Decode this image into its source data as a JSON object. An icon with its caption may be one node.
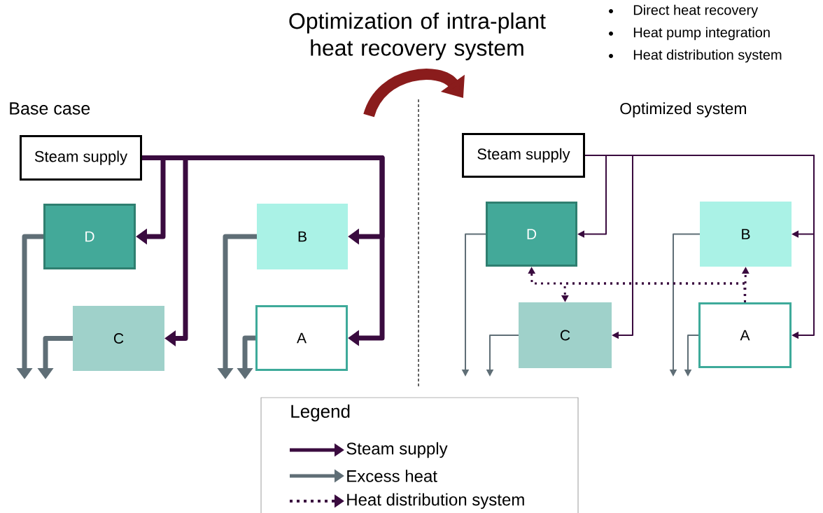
{
  "diagram": {
    "title": "Optimization of intra-plant heat recovery system",
    "nodes": [
      {
        "text": [
          "Steam supply"
        ]
      },
      {
        "text": [
          "D"
        ]
      },
      {
        "text": [
          "B"
        ]
      },
      {
        "text": [
          "C"
        ]
      },
      {
        "text": [
          "A"
        ]
      },
      {
        "text": [
          "Steam supply"
        ]
      },
      {
        "text": [
          "D"
        ]
      },
      {
        "text": [
          "B"
        ]
      },
      {
        "text": [
          "C"
        ]
      },
      {
        "text": [
          "A"
        ]
      }
    ],
    "edges": [
      {
        "from": 0,
        "to": 1,
        "arrow": "to",
        "style": "thick"
      },
      {
        "from": 0,
        "to": 3,
        "arrow": "to",
        "style": "thick"
      },
      {
        "from": 0,
        "to": 2,
        "arrow": "to",
        "style": "thick"
      },
      {
        "from": 0,
        "to": 4,
        "arrow": "to",
        "style": "thick"
      },
      {
        "from": 1,
        "to": null,
        "arrow": "to",
        "style": "thick",
        "color": "#5f6e76"
      },
      {
        "from": 3,
        "to": null,
        "arrow": "to",
        "style": "thick",
        "color": "#5f6e76"
      },
      {
        "from": 2,
        "to": null,
        "arrow": "to",
        "style": "thick",
        "color": "#5f6e76"
      },
      {
        "from": 4,
        "to": null,
        "arrow": "to",
        "style": "thick",
        "color": "#5f6e76"
      },
      {
        "from": 5,
        "to": 6,
        "arrow": "to"
      },
      {
        "from": 5,
        "to": 8,
        "arrow": "to"
      },
      {
        "from": 5,
        "to": 7,
        "arrow": "to"
      },
      {
        "from": 5,
        "to": 9,
        "arrow": "to"
      },
      {
        "from": 6,
        "to": null,
        "arrow": "to",
        "color": "#5f6e76"
      },
      {
        "from": 8,
        "to": null,
        "arrow": "to",
        "color": "#5f6e76"
      },
      {
        "from": 7,
        "to": null,
        "arrow": "to",
        "color": "#5f6e76"
      },
      {
        "from": 9,
        "to": null,
        "arrow": "to",
        "color": "#5f6e76"
      },
      {
        "from": 9,
        "to": 7,
        "arrow": "to",
        "style": "dashed"
      },
      {
        "from": 9,
        "to": 6,
        "arrow": "to",
        "style": "dashed"
      },
      {
        "from": 9,
        "to": 8,
        "arrow": "to",
        "style": "dashed"
      }
    ],
    "labels": [
      "Direct heat recovery",
      "Heat pump integration",
      "Heat distribution system",
      "Base case",
      "Optimized system",
      "Legend"
    ],
    "legend": [
      {
        "text": "Steam supply"
      },
      {
        "text": "Excess heat"
      },
      {
        "text": "Heat distribution system"
      }
    ]
  }
}
